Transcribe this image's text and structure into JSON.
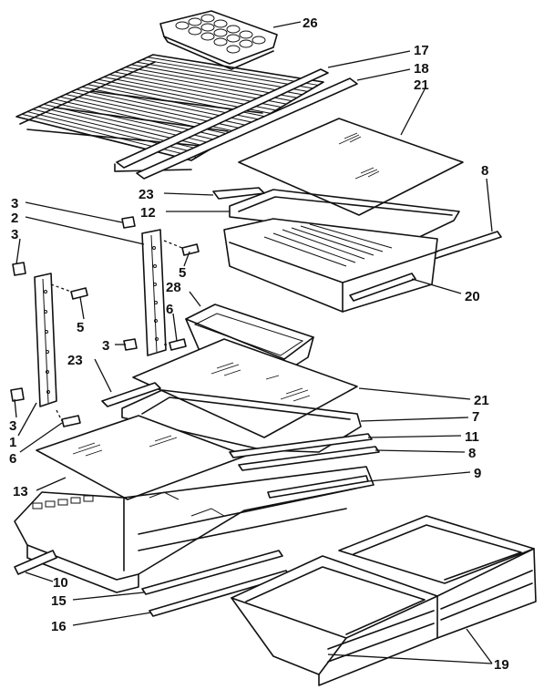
{
  "diagram": {
    "callouts": [
      {
        "id": "c26",
        "text": "26"
      },
      {
        "id": "c17",
        "text": "17"
      },
      {
        "id": "c18",
        "text": "18"
      },
      {
        "id": "c21a",
        "text": "21"
      },
      {
        "id": "c8a",
        "text": "8"
      },
      {
        "id": "c23a",
        "text": "23"
      },
      {
        "id": "c12",
        "text": "12"
      },
      {
        "id": "c3a",
        "text": "3"
      },
      {
        "id": "c2",
        "text": "2"
      },
      {
        "id": "c3b",
        "text": "3"
      },
      {
        "id": "c5a",
        "text": "5"
      },
      {
        "id": "c28",
        "text": "28"
      },
      {
        "id": "c20",
        "text": "20"
      },
      {
        "id": "c5b",
        "text": "5"
      },
      {
        "id": "c6a",
        "text": "6"
      },
      {
        "id": "c3c",
        "text": "3"
      },
      {
        "id": "c23b",
        "text": "23"
      },
      {
        "id": "c21b",
        "text": "21"
      },
      {
        "id": "c7",
        "text": "7"
      },
      {
        "id": "c3d",
        "text": "3"
      },
      {
        "id": "c1",
        "text": "1"
      },
      {
        "id": "c11",
        "text": "11"
      },
      {
        "id": "c6b",
        "text": "6"
      },
      {
        "id": "c8b",
        "text": "8"
      },
      {
        "id": "c9",
        "text": "9"
      },
      {
        "id": "c13",
        "text": "13"
      },
      {
        "id": "c10",
        "text": "10"
      },
      {
        "id": "c15",
        "text": "15"
      },
      {
        "id": "c16",
        "text": "16"
      },
      {
        "id": "c19",
        "text": "19"
      }
    ]
  }
}
